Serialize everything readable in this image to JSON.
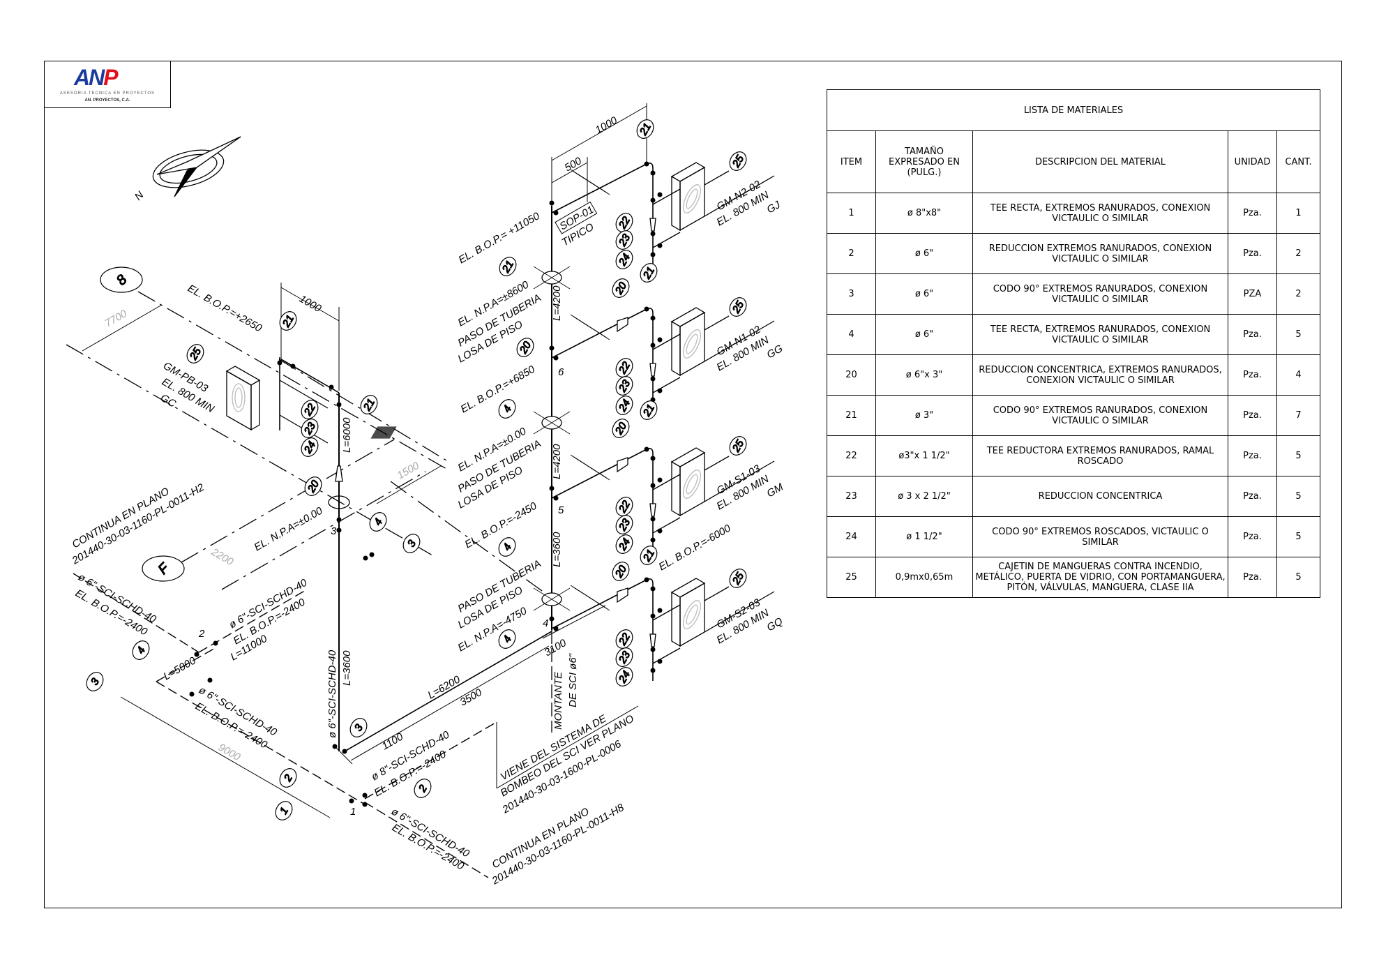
{
  "logo": {
    "brand_an": "AN",
    "brand_p": "P",
    "tagline": "ASESORIA TECNICA EN PROYECTOS",
    "company": "AN. PROYECTOS, C.A."
  },
  "table": {
    "title": "LISTA DE MATERIALES",
    "headers": {
      "item": "ITEM",
      "size_line1": "TAMAÑO",
      "size_line2": "EXPRESADO EN",
      "size_line3": "(PULG.)",
      "description": "DESCRIPCION DEL MATERIAL",
      "unit": "UNIDAD",
      "qty": "CANT."
    },
    "rows": [
      {
        "item": "1",
        "size": "ø 8\"x8\"",
        "description": "TEE RECTA, EXTREMOS RANURADOS, CONEXION VICTAULIC O SIMILAR",
        "unit": "Pza.",
        "qty": "1"
      },
      {
        "item": "2",
        "size": "ø 6\"",
        "description": "REDUCCION EXTREMOS RANURADOS, CONEXION VICTAULIC O SIMILAR",
        "unit": "Pza.",
        "qty": "2"
      },
      {
        "item": "3",
        "size": "ø 6\"",
        "description": "CODO 90° EXTREMOS RANURADOS, CONEXION VICTAULIC O SIMILAR",
        "unit": "PZA",
        "qty": "2"
      },
      {
        "item": "4",
        "size": "ø 6\"",
        "description": "TEE RECTA, EXTREMOS RANURADOS, CONEXION VICTAULIC O SIMILAR",
        "unit": "Pza.",
        "qty": "5"
      },
      {
        "item": "20",
        "size": "ø 6\"x 3\"",
        "description": "REDUCCION CONCENTRICA, EXTREMOS RANURADOS, CONEXION VICTAULIC O SIMILAR",
        "unit": "Pza.",
        "qty": "4"
      },
      {
        "item": "21",
        "size": "ø 3\"",
        "description": "CODO 90° EXTREMOS RANURADOS, CONEXION VICTAULIC O SIMILAR",
        "unit": "Pza.",
        "qty": "7"
      },
      {
        "item": "22",
        "size": "ø3\"x 1 1/2\"",
        "description": "TEE REDUCTORA EXTREMOS RANURADOS, RAMAL ROSCADO",
        "unit": "Pza.",
        "qty": "5"
      },
      {
        "item": "23",
        "size": "ø 3 x 2 1/2\"",
        "description": "REDUCCION CONCENTRICA",
        "unit": "Pza.",
        "qty": "5"
      },
      {
        "item": "24",
        "size": "ø 1 1/2\"",
        "description": "CODO 90° EXTREMOS ROSCADOS, VICTAULIC O SIMILAR",
        "unit": "Pza.",
        "qty": "5"
      },
      {
        "item": "25",
        "size": "0,9mx0,65m",
        "description": "CAJETIN DE MANGUERAS CONTRA INCENDIO, METÁLICO, PUERTA DE VIDRIO, CON PORTAMANGUERA, PITÓN, VÁLVULAS, MANGUERA, CLASE IIA",
        "unit": "Pza.",
        "qty": "5"
      }
    ]
  },
  "drawing": {
    "labels": [
      "1000",
      "500",
      "EL. B.O.P.= +11050",
      "SOP-01",
      "TIPICO",
      "EL. N.P.A=±8600",
      "PASO DE TUBERIA",
      "LOSA DE PISO",
      "L=4200",
      "EL. B.O.P.=+6850",
      "6",
      "EL. N.P.A=±0.00",
      "PASO DE TUBERIA",
      "LOSA DE PISO",
      "L=4200",
      "EL. B.O.P.=-2450",
      "5",
      "L=3600",
      "PASO DE TUBERIA",
      "LOSA DE PISO",
      "EL. N.P.A=-4750",
      "4",
      "3100",
      "MONTANTE",
      "DE SCI ø6\"",
      "EL. B.O.P.=-6000",
      "GM-N2-02",
      "EL. 800 MIN",
      "GJ",
      "GM-N1-02",
      "EL. 800 MIN",
      "GG",
      "GM-S1-03",
      "EL. 800 MIN",
      "GM",
      "GM-S2-03",
      "EL. 800 MIN",
      "GQ",
      "EL. B.O.P.=+2650",
      "1000",
      "7700",
      "GM-PB-03",
      "EL. 800 MIN",
      "GC",
      "L=6000",
      "1500",
      "CONTINUA EN PLANO",
      "201440-30-03-1160-PL-0011-H2",
      "EL. N.P.A=±0.00",
      "2200",
      "3",
      "ø 6\"-SCI-SCHD-40",
      "EL. B.O.P.=-2400",
      "2",
      "ø 6\"-SCI-SCHD-40",
      "EL. B.O.P.=-2400",
      "L=11000",
      "L=5000",
      "ø 6\"-SCI-SCHD-40",
      "EL. B.O.P.=-2400",
      "9000",
      "ø 6\"-SCI-SCHD-40",
      "L=3600",
      "L=6200",
      "3500",
      "1100",
      "ø 8\"-SCI-SCHD-40",
      "EL. B.O.P.=-2400",
      "1",
      "ø 6\"-SCI-SCHD-40",
      "EL. B.O.P.=-2400",
      "VIENE DEL SISTEMA DE",
      "BOMBEO DEL SCI VER PLANO",
      "201440-30-03-1600-PL-0006",
      "CONTINUA EN PLANO",
      "201440-30-03-1160-PL-0011-H8",
      "N"
    ],
    "balloons": [
      "21",
      "25",
      "22",
      "23",
      "24",
      "21",
      "20",
      "21",
      "25",
      "22",
      "23",
      "24",
      "20",
      "4",
      "20",
      "21",
      "25",
      "22",
      "23",
      "24",
      "4",
      "20",
      "21",
      "25",
      "22",
      "23",
      "24",
      "4",
      "21",
      "25",
      "21",
      "22",
      "23",
      "24",
      "20",
      "4",
      "3",
      "4",
      "3",
      "3",
      "2",
      "1",
      "2"
    ],
    "axes": [
      "8",
      "F"
    ]
  }
}
